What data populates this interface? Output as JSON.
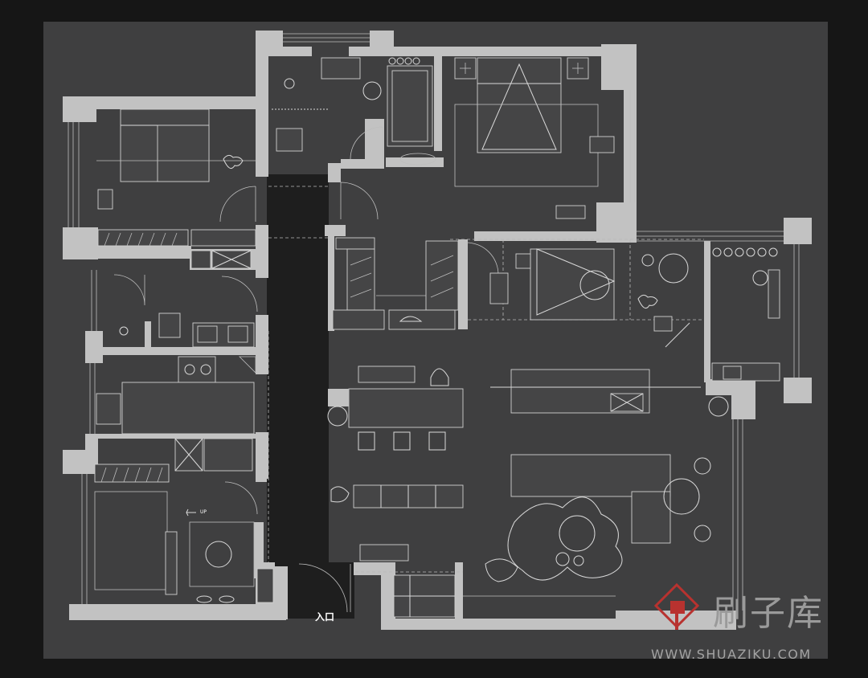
{
  "plan": {
    "entry_label": "入口",
    "stair_label": "UP"
  },
  "watermark": {
    "brand": "刷子库",
    "url": "WWW.SHUAZIKU.COM",
    "accent_color": "#b8322f"
  },
  "colors": {
    "page_background": "#161616",
    "plan_background": "#3f3f40",
    "wall": "#c2c2c2",
    "corridor": "#1e1e1e",
    "line": "#d9d9d9"
  }
}
